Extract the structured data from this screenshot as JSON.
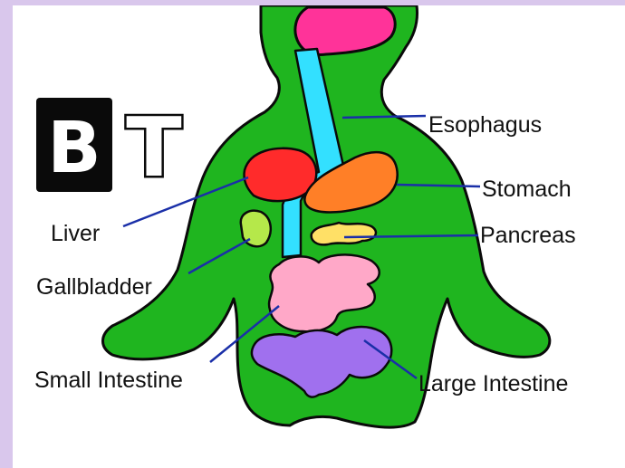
{
  "logo": {
    "letter1": "B",
    "letter2": "T"
  },
  "labels": {
    "esophagus": "Esophagus",
    "stomach": "Stomach",
    "liver": "Liver",
    "pancreas": "Pancreas",
    "gallbladder": "Gallbladder",
    "small_intestine": "Small Intestine",
    "large_intestine": "Large Intestine"
  },
  "colors": {
    "body": "#1fb51f",
    "mouth": "#ff3399",
    "esophagus": "#33e0ff",
    "liver": "#ff2b2b",
    "stomach": "#ff7f27",
    "gallbladder": "#b5e84a",
    "pancreas": "#ffe066",
    "small_intestine": "#ffa8c8",
    "large_intestine": "#a070ee",
    "leader_line": "#1a2fa8"
  }
}
